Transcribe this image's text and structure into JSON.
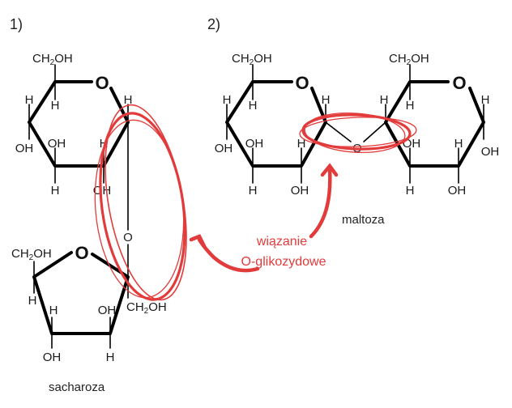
{
  "panels": {
    "one": "1)",
    "two": "2)"
  },
  "captions": {
    "sucrose": "sacharoza",
    "maltose": "maltoza"
  },
  "annotation": {
    "line1": "wiązanie",
    "line2": "O-glikozydowe",
    "color": "#e23b3b"
  },
  "atoms": {
    "CH": "CH",
    "sub2": "2",
    "OH": "OH",
    "H": "H",
    "O": "O"
  }
}
